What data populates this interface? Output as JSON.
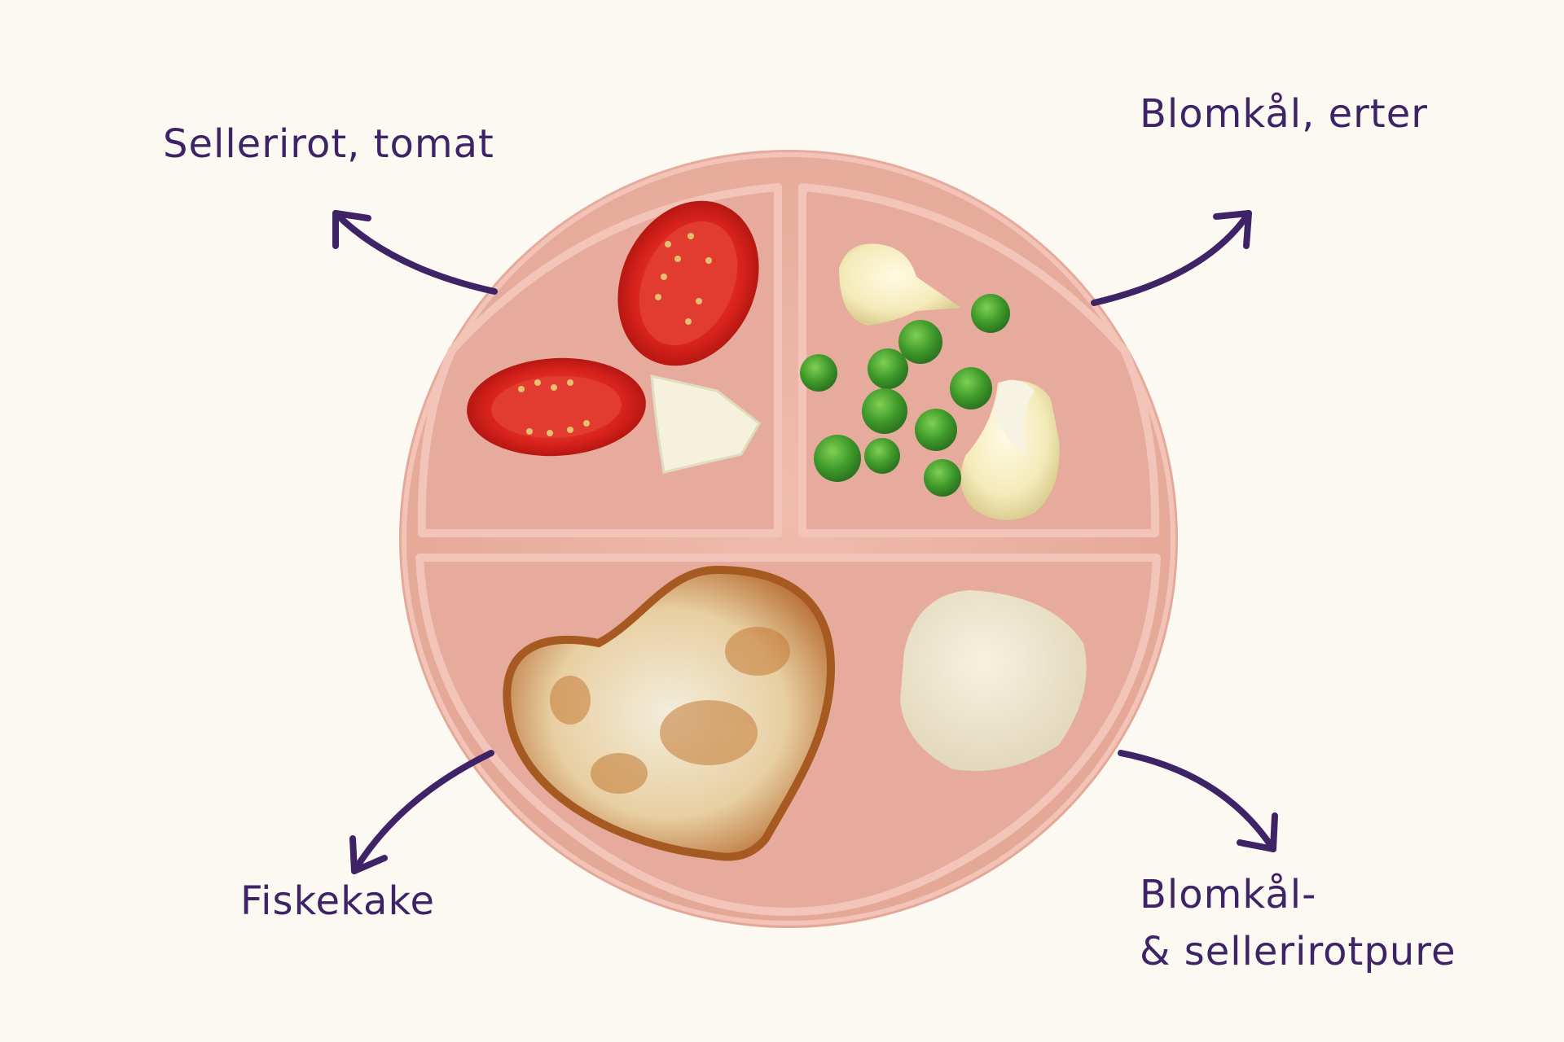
{
  "labels": {
    "top_left": "Sellerirot, tomat",
    "top_right": "Blomkål, erter",
    "bottom_left": "Fiskekake",
    "bottom_right_line1": "Blomkål-",
    "bottom_right_line2": "& sellerirotpure"
  },
  "colors": {
    "background": "#fcf9f2",
    "label_text": "#3e2467",
    "arrow": "#3e2467",
    "plate": "#e9b1a4",
    "plate_inner": "#ebb6a9"
  }
}
